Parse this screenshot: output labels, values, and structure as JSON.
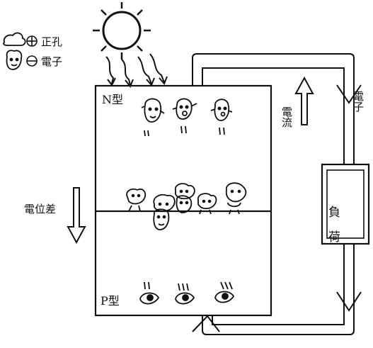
{
  "legend": {
    "hole_symbol": "⊕",
    "hole_label": "正孔",
    "electron_symbol": "⊖",
    "electron_label": "電子"
  },
  "cell": {
    "n_type_label": "N型",
    "p_type_label": "P型"
  },
  "labels": {
    "potential_difference": "電位差",
    "current": "電流",
    "electron": "電子",
    "load": "負荷"
  },
  "colors": {
    "line": "#111111",
    "background": "#ffffff"
  }
}
